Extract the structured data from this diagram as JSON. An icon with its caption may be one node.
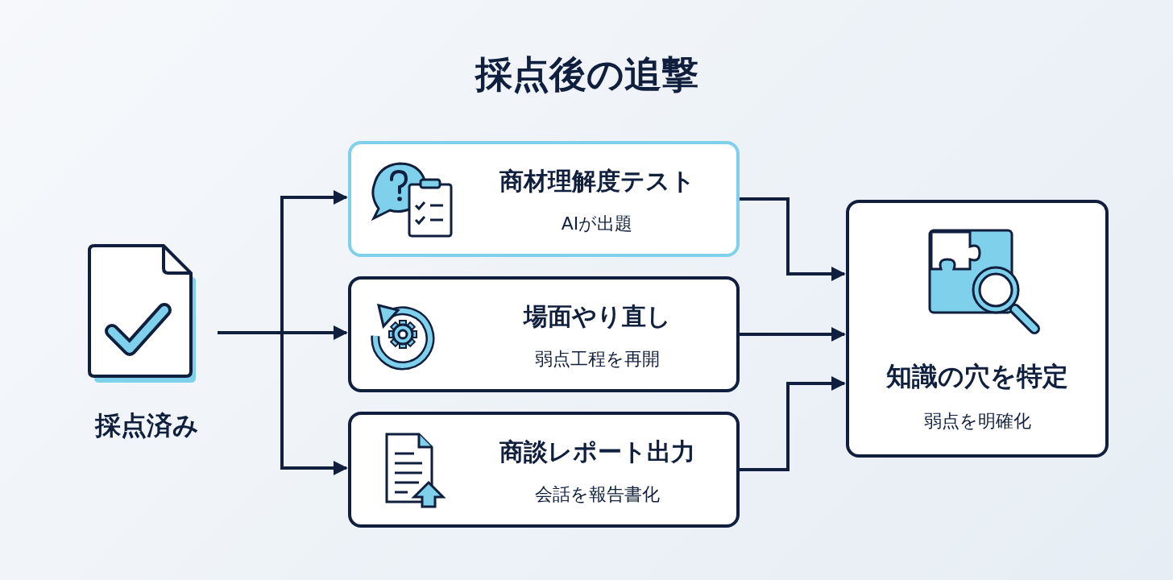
{
  "diagram": {
    "title": "採点後の追撃",
    "nodes": [
      {
        "text": [
          "採点済み"
        ]
      },
      {
        "text": [
          "商材理解度テスト",
          "AIが出題"
        ]
      },
      {
        "text": [
          "場面やり直し",
          "弱点工程を再開"
        ]
      },
      {
        "text": [
          "商談レポート出力",
          "会話を報告書化"
        ]
      },
      {
        "text": [
          "知識の穴を特定",
          "弱点を明確化"
        ]
      }
    ],
    "edges": [
      {
        "from": 0,
        "to": 1,
        "arrow": "to"
      },
      {
        "from": 0,
        "to": 2,
        "arrow": "to"
      },
      {
        "from": 0,
        "to": 3,
        "arrow": "to"
      },
      {
        "from": 1,
        "to": 4,
        "arrow": "to"
      },
      {
        "from": 2,
        "to": 4,
        "arrow": "to"
      },
      {
        "from": 3,
        "to": 4,
        "arrow": "to"
      }
    ]
  }
}
